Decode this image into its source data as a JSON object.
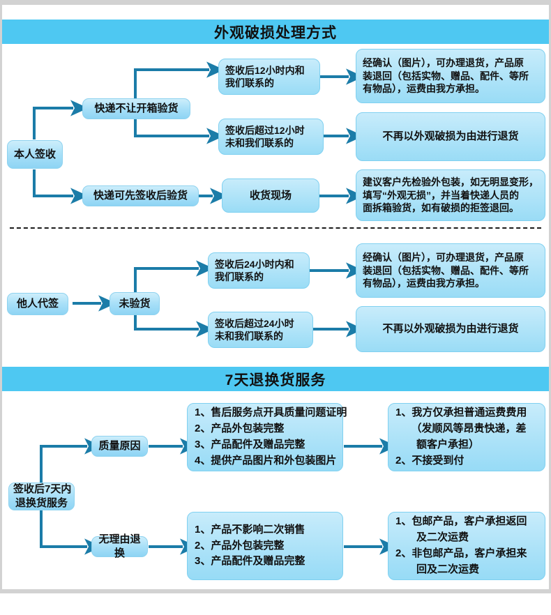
{
  "frame": {
    "border_color": "#d2d2d2",
    "background": "#ffffff"
  },
  "theme": {
    "banner_color": "#4ec8f2",
    "arrow_color": "#1b7ca8",
    "node_fill": "#a9e0f8",
    "node_border": "#8ed2ef",
    "text_color": "#111111"
  },
  "sections": [
    {
      "id": "appearance-damage",
      "banner": "外观破损处理方式",
      "flows": [
        {
          "root": "本人签收",
          "branches": [
            {
              "mid": "快递不让开箱验货",
              "items": [
                {
                  "condition": "签收后12小时内和\n我们联系的",
                  "result": "经确认（图片），可办理退货，产品原\n装退回（包括实物、赠品、配件、等所\n有物品），运费由我方承担。"
                },
                {
                  "condition": "签收后超过12小时\n未和我们联系的",
                  "result": "不再以外观破损为由进行退货"
                }
              ]
            },
            {
              "mid": "快递可先签收后验货",
              "items": [
                {
                  "condition": "收货现场",
                  "result": "建议客户先检验外包装，如无明显变形，\n填写“外观无损”，并当着快递人员的\n面拆箱验货，如有破损的拒签退回。"
                }
              ]
            }
          ]
        },
        {
          "root": "他人代签",
          "branches": [
            {
              "mid": "未验货",
              "items": [
                {
                  "condition": "签收后24小时内和\n我们联系的",
                  "result": "经确认（图片），可办理退货，产品原\n装退回（包括实物、赠品、配件、等所\n有物品），运费由我方承担。"
                },
                {
                  "condition": "签收后超过24小时\n未和我们联系的",
                  "result": "不再以外观破损为由进行退货"
                }
              ]
            }
          ]
        }
      ]
    },
    {
      "id": "seven-day-return",
      "banner": "7天退换货服务",
      "flows": [
        {
          "root": "签收后7天内\n退换货服务",
          "branches": [
            {
              "mid": "质量原因",
              "conditions": "1、售后服务点开具质量问题证明\n2、产品外包装完整\n3、产品配件及赠品完整\n4、提供产品图片和外包装图片",
              "result": "1、我方仅承担普通运费费用\n　　（发顺风等昂贵快递，差\n　　额客户承担）\n2、不接受到付"
            },
            {
              "mid": "无理由退换",
              "conditions": "1、产品不影响二次销售\n2、产品外包装完整\n3、产品配件及赠品完整",
              "result": "1、包邮产品，客户承担返回\n　　及二次运费\n2、非包邮产品，客户承担来\n　　回及二次运费"
            }
          ]
        }
      ]
    }
  ]
}
